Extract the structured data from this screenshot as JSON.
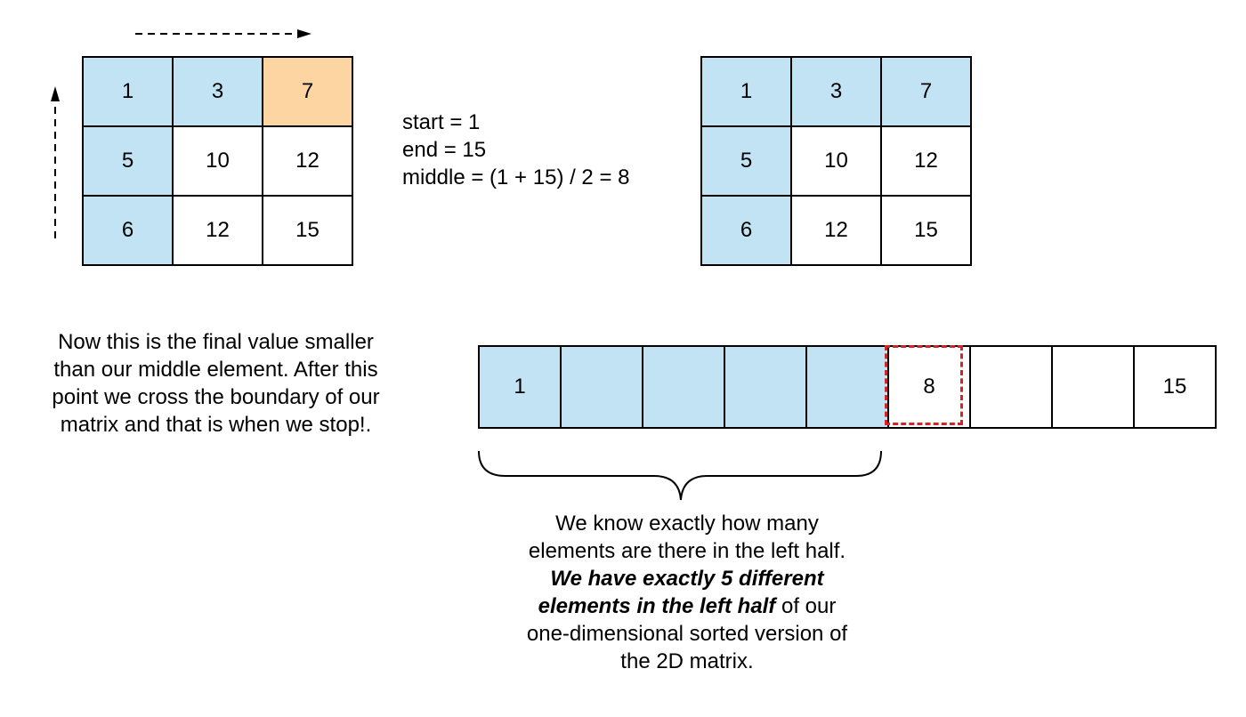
{
  "matrix_left": {
    "rows": [
      [
        "1",
        "3",
        "7"
      ],
      [
        "5",
        "10",
        "12"
      ],
      [
        "6",
        "12",
        "15"
      ]
    ],
    "highlight": [
      [
        "blue",
        "blue",
        "orange"
      ],
      [
        "blue",
        "",
        ""
      ],
      [
        "blue",
        "",
        ""
      ]
    ]
  },
  "matrix_right": {
    "rows": [
      [
        "1",
        "3",
        "7"
      ],
      [
        "5",
        "10",
        "12"
      ],
      [
        "6",
        "12",
        "15"
      ]
    ],
    "highlight": [
      [
        "blue",
        "blue",
        "blue"
      ],
      [
        "blue",
        "",
        ""
      ],
      [
        "blue",
        "",
        ""
      ]
    ]
  },
  "info": {
    "line1": "start = 1",
    "line2": "end = 15",
    "line3": "middle = (1 + 15) / 2 = 8"
  },
  "desc_left": {
    "line1": "Now this is the final value smaller",
    "line2": "than our middle element. After this",
    "line3": "point we cross the boundary of our",
    "line4": "matrix and that is when we stop!."
  },
  "array": {
    "cells": [
      "1",
      "",
      "",
      "",
      "",
      "8",
      "",
      "",
      "15"
    ],
    "highlight": [
      "blue",
      "blue",
      "blue",
      "blue",
      "blue",
      "",
      "",
      "",
      ""
    ]
  },
  "desc_bottom": {
    "line1": "We know exactly how many",
    "line2": "elements are there in the left half.",
    "line3_bold": "We have exactly 5 different",
    "line4_bold": "elements in the left half",
    "line4_rest": " of our",
    "line5": "one-dimensional sorted version of",
    "line6": "the 2D matrix."
  },
  "colors": {
    "blue": "#c1e3f4",
    "orange": "#fdd5a3",
    "dashed_red": "#d0252a"
  }
}
